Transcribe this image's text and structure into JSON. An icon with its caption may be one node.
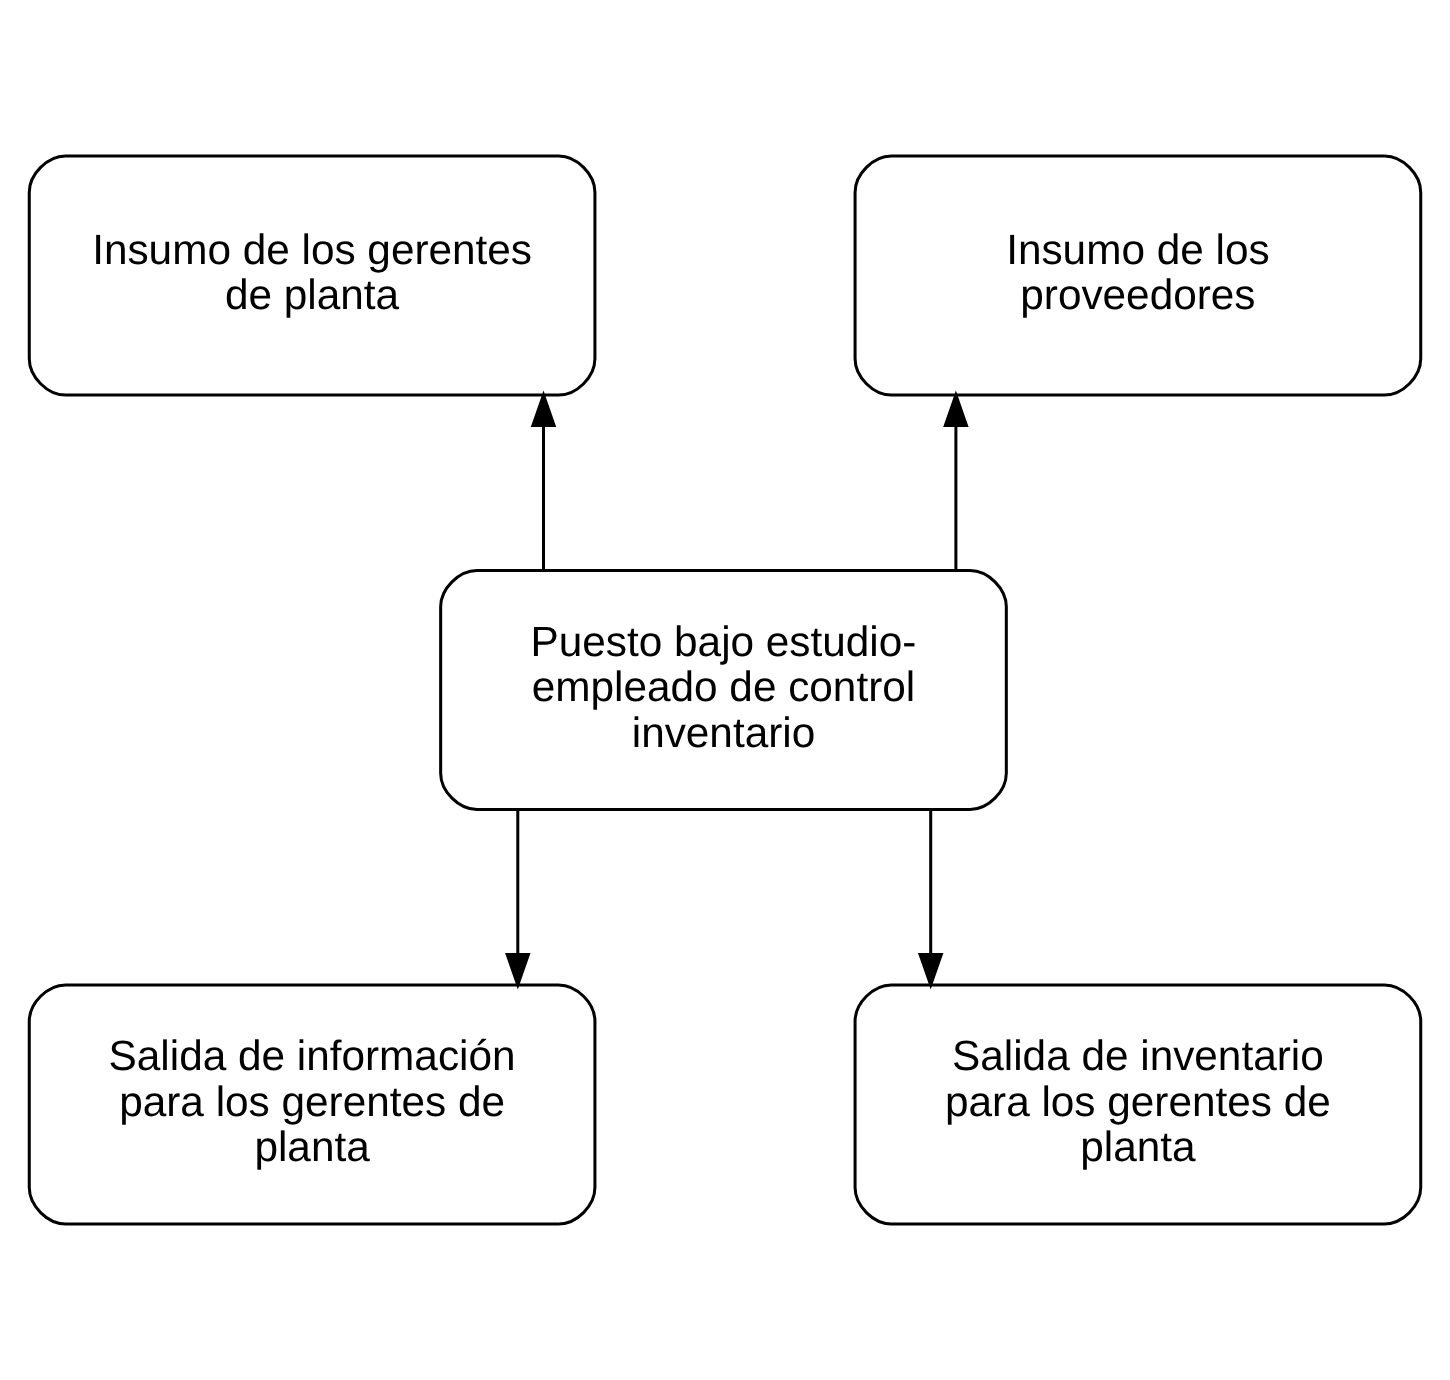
{
  "diagram": {
    "nodes": [
      {
        "text": [
          "Insumo de los gerentes de planta"
        ]
      },
      {
        "text": [
          "Insumo de los proveedores"
        ]
      },
      {
        "text": [
          "Puesto bajo estudio-empleado de control inventario"
        ]
      },
      {
        "text": [
          "Salida de información para los gerentes de planta"
        ]
      },
      {
        "text": [
          "Salida de inventario para los gerentes de planta"
        ]
      }
    ],
    "edges": [
      {
        "from": 2,
        "to": 0,
        "arrow": "to"
      },
      {
        "from": 2,
        "to": 1,
        "arrow": "to"
      },
      {
        "from": 2,
        "to": 3,
        "arrow": "to"
      },
      {
        "from": 2,
        "to": 4,
        "arrow": "to"
      }
    ]
  }
}
